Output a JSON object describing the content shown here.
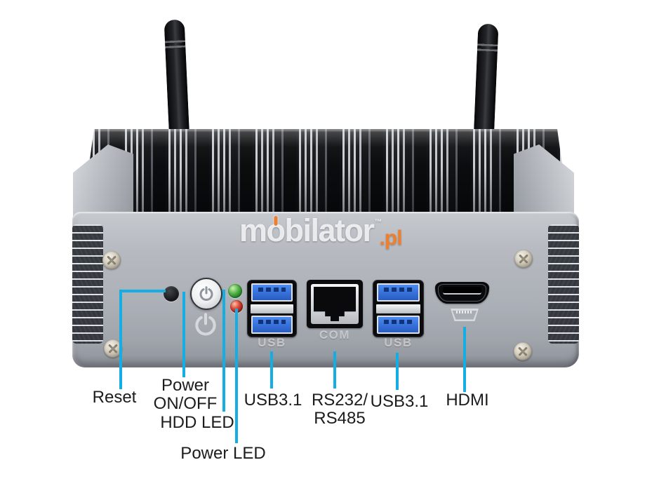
{
  "device": {
    "watermark": {
      "m": "m",
      "power_o": "o",
      "rest": "bilator",
      "tm": "™",
      "tld": ".pl"
    },
    "engraved_labels": {
      "usb_left": "USB",
      "com": "COM",
      "usb_right": "USB"
    }
  },
  "callouts": {
    "reset": {
      "label": "Reset"
    },
    "power": {
      "line1": "Power",
      "line2": "ON/OFF"
    },
    "hdd_led": {
      "label": "HDD LED"
    },
    "power_led": {
      "label": "Power LED"
    },
    "usb_left": {
      "label": "USB3.1"
    },
    "serial": {
      "line1": "RS232/",
      "line2": "RS485"
    },
    "usb_right": {
      "label": "USB3.1"
    },
    "hdmi": {
      "label": "HDMI"
    }
  },
  "colors": {
    "callout_line": "#14ade4",
    "brand_orange": "#ee7f2f",
    "usb_blue": "#3a74dd",
    "led_green": "#57b548",
    "led_red": "#d84a34",
    "chassis_gray": "#abafb6",
    "label_text": "#1c1c1e"
  }
}
